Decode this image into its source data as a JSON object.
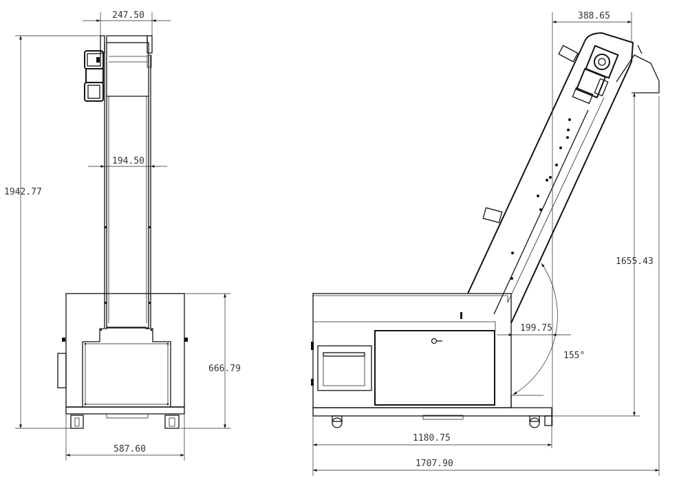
{
  "dimensions": {
    "front_top_width": "247.50",
    "front_belt_width": "194.50",
    "front_total_height": "1942.77",
    "front_base_height": "666.79",
    "front_base_width": "587.60",
    "side_top_offset": "388.65",
    "side_height": "1655.43",
    "side_discharge": "199.75",
    "side_angle": "155°",
    "side_base_length": "1180.75",
    "side_total_length": "1707.90"
  }
}
